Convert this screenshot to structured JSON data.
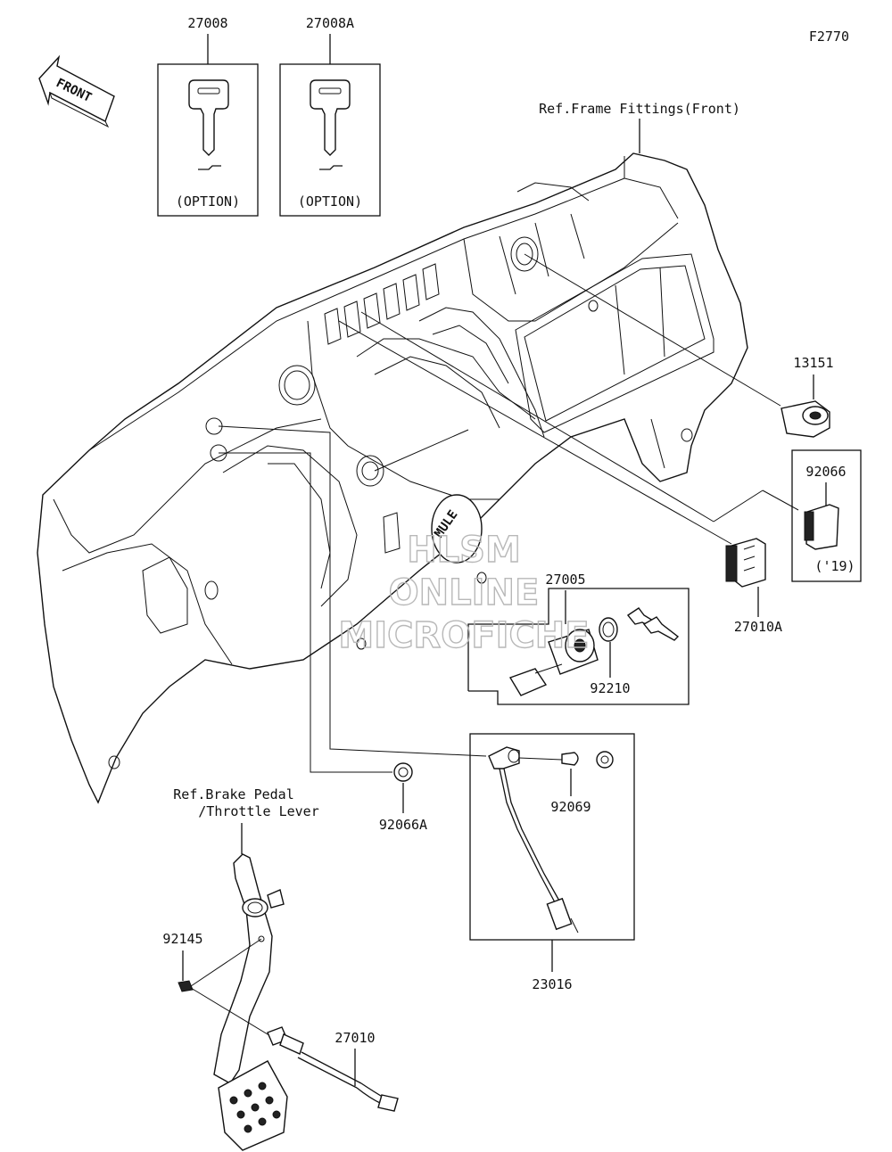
{
  "diagram_code": "F2770",
  "front_label": "FRONT",
  "refs": {
    "frame_fittings": "Ref.Frame Fittings(Front)",
    "brake_line1": "Ref.Brake Pedal",
    "brake_line2": "/Throttle Lever"
  },
  "keys": [
    {
      "part": "27008",
      "note": "(OPTION)"
    },
    {
      "part": "27008A",
      "note": "(OPTION)"
    }
  ],
  "parts": {
    "p13151": "13151",
    "p92066": "92066",
    "p92066_note": "('19)",
    "p27010A": "27010A",
    "p27005": "27005",
    "p92210": "92210",
    "p92066A": "92066A",
    "p92069": "92069",
    "p23016": "23016",
    "p92145": "92145",
    "p27010": "27010"
  },
  "watermark": {
    "line1": "HLSM",
    "line2": "ONLINE",
    "line3": "MICROFICHE"
  },
  "dash_label": "MULE"
}
